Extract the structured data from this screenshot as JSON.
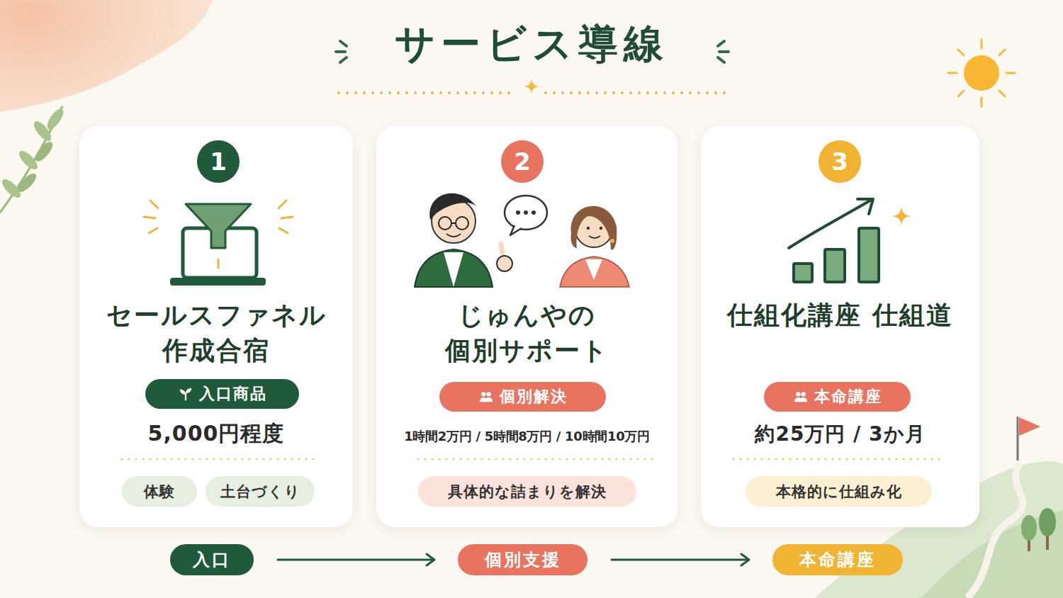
{
  "diagram": {
    "title": "サービス導線",
    "nodes": [
      {
        "text": [
          "セールスファネル 作成合宿",
          "5,000円程度"
        ]
      },
      {
        "text": [
          "1"
        ],
        "in": 0
      },
      {
        "text": [
          "入口商品"
        ],
        "in": 0
      },
      {
        "text": [
          "体験"
        ],
        "in": 0
      },
      {
        "text": [
          "土台づくり"
        ],
        "in": 0
      },
      {
        "text": [
          "じゅんやの 個別サポート",
          "1時間2万円 / 5時間8万円 / 10時間10万円"
        ]
      },
      {
        "text": [
          "2"
        ],
        "in": 5
      },
      {
        "text": [
          "個別解決"
        ],
        "in": 5
      },
      {
        "text": [
          "具体的な詰まりを解決"
        ],
        "in": 5
      },
      {
        "text": [
          "仕組化講座 仕組道",
          "約25万円 / 3か月"
        ]
      },
      {
        "text": [
          "3"
        ],
        "in": 9
      },
      {
        "text": [
          "本命講座"
        ],
        "in": 9
      },
      {
        "text": [
          "本格的に仕組み化"
        ],
        "in": 9
      },
      {
        "text": [
          "入口"
        ]
      },
      {
        "text": [
          "個別支援"
        ]
      },
      {
        "text": [
          "本命講座"
        ]
      }
    ],
    "edges": [
      {
        "from": 13,
        "to": 14,
        "arrow": "to"
      },
      {
        "from": 14,
        "to": 15,
        "arrow": "to"
      }
    ]
  }
}
